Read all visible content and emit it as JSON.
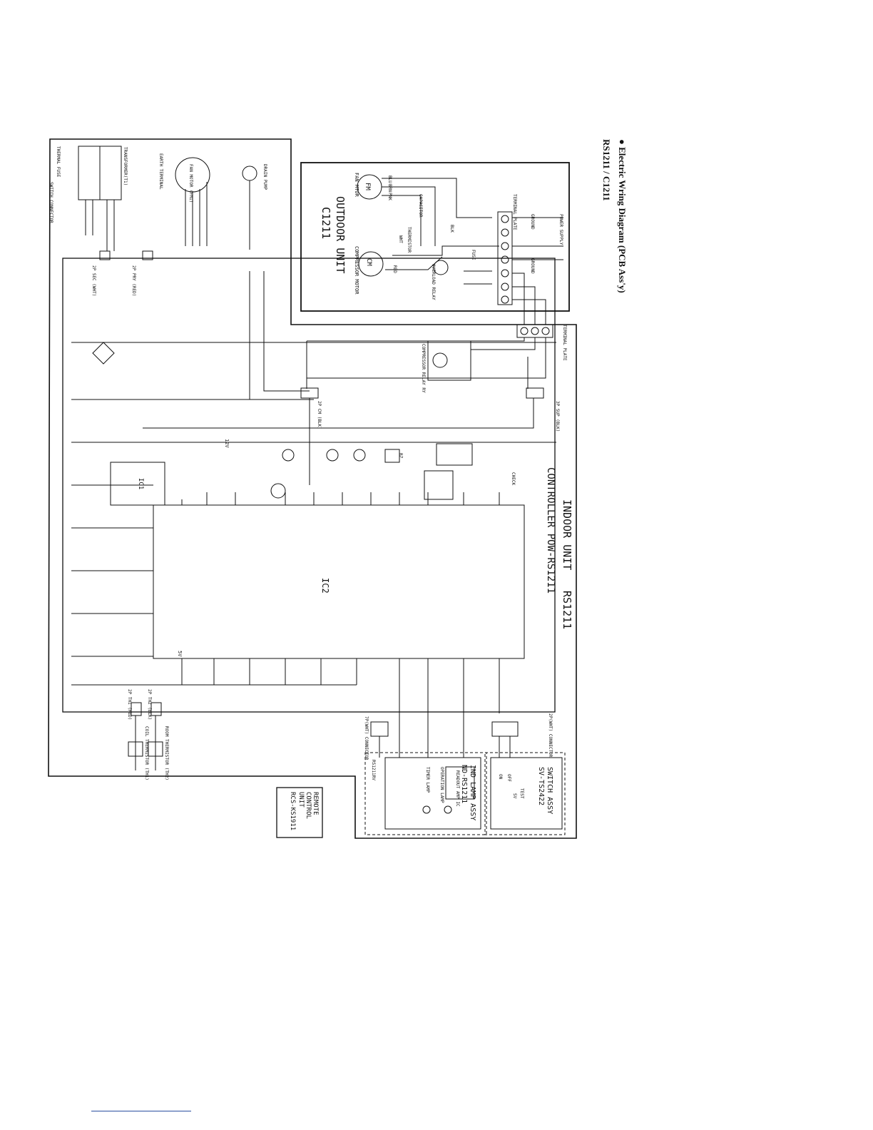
{
  "heading": {
    "title": "● Electric Wring Diagram (PCB Ass'y)",
    "model": "RS1211 / C1211"
  },
  "outdoor": {
    "title": "OUTDOOR UNIT",
    "model": "C1211",
    "fan_motor": "FAN MTOR",
    "fm_symbol": "FM",
    "cm_symbol": "CM",
    "compressor": "COMPRESSOR MOTOR",
    "capacitor": "CAPACITOR",
    "overload": "OVERLOAD RELAY",
    "thermistor": "THERMISTOR",
    "terminal_plate": "TERMINAL PLATE",
    "ground": "GROUND",
    "power_supply": "POWER SUPPLY",
    "wire_blu": "BLU",
    "wire_brn": "BRN",
    "wire_pnk": "PNK",
    "wire_blk": "BLK",
    "wire_wht": "WHT",
    "wire_red": "RED",
    "fuse": "FUSE"
  },
  "indoor": {
    "title": "INDOOR UNIT",
    "model": "RS1211",
    "controller": "CONTROLLER POW-RS1211",
    "terminal": "TERMINAL PLATE",
    "earth_terminal": "EARTH TERMINAL",
    "fan_motor": "FAN MOTOR (FM1)",
    "drain_pump": "DRAIN PUMP",
    "transformer": "TRANSFORMER(T1)",
    "thermal_fuse": "THERMAL FUSE",
    "switch_connector": "SWITCH CONNECTOR",
    "ic2": "IC2",
    "ic1": "IC1",
    "bz": "BZ",
    "check": "CHECK",
    "cn_2p_pry": "2P PRY (RED)",
    "cn_2p_sec": "2P SEC (WHT)",
    "cn_3p_sup": "3P SUP (BLK)",
    "cn_2p_cm": "2P CM (BLK)",
    "voltage_12v": "12V",
    "voltage_5v": "5V",
    "relay_compressor": "COMPRESSOR RELAY RY",
    "room_thermistor": "ROOM THERMISTOR (TH2)",
    "coil_thermistor": "COIL THERMISTOR (TH1)",
    "th1": "2P TH1 (RED)",
    "th2": "2P TH2 (BLK)",
    "connector_7p": "7P(WHT) CONNECTOR",
    "connector_2p": "2P(WHT) CONNECTOR"
  },
  "switch_assy": {
    "title": "SWITCH ASSY",
    "model": "SV-TS2422",
    "test": "TEST",
    "sv": "SV",
    "off": "OFF",
    "on": "ON"
  },
  "lamp_assy": {
    "title": "IND LAMP ASSY",
    "model": "ND-RS1211",
    "readout_amp": "READOUT AMP IC",
    "operation_lamp": "OPERATION LAMP",
    "timer_lamp": "TIMER LAMP",
    "ref": "RS1211RV"
  },
  "remote": {
    "title": "REMOTE",
    "line2": "CONTROL",
    "line3": "UNIT",
    "model": "RCS-KS1911"
  }
}
